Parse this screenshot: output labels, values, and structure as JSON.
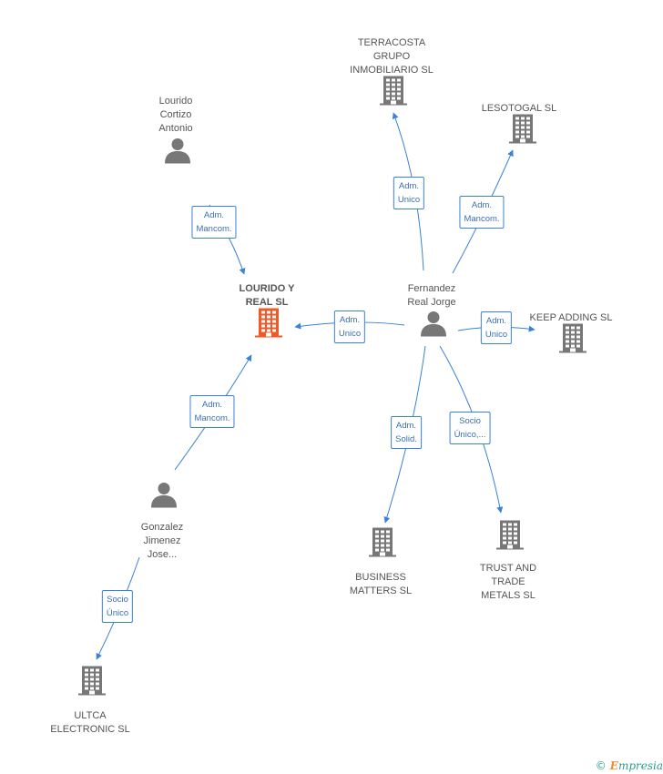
{
  "nodes": [
    {
      "id": "lourido_cortizo",
      "type": "person",
      "lines": [
        "Lourido",
        "Cortizo",
        "Antonio"
      ]
    },
    {
      "id": "lourido_real",
      "type": "company",
      "focus": true,
      "lines": [
        "LOURIDO Y",
        "REAL SL"
      ]
    },
    {
      "id": "terracosta",
      "type": "company",
      "lines": [
        "TERRACOSTA",
        "GRUPO",
        "INMOBILIARIO SL"
      ]
    },
    {
      "id": "lesotogal",
      "type": "company",
      "lines": [
        "LESOTOGAL SL"
      ]
    },
    {
      "id": "fernandez",
      "type": "person",
      "lines": [
        "Fernandez",
        "Real Jorge"
      ]
    },
    {
      "id": "keep_adding",
      "type": "company",
      "lines": [
        "KEEP ADDING SL"
      ]
    },
    {
      "id": "gonzalez",
      "type": "person",
      "lines": [
        "Gonzalez",
        "Jimenez",
        "Jose..."
      ]
    },
    {
      "id": "business_matters",
      "type": "company",
      "lines": [
        "BUSINESS",
        "MATTERS SL"
      ]
    },
    {
      "id": "trust_trade",
      "type": "company",
      "lines": [
        "TRUST AND",
        "TRADE",
        "METALS  SL"
      ]
    },
    {
      "id": "ultca",
      "type": "company",
      "lines": [
        "ULTCA",
        "ELECTRONIC SL"
      ]
    }
  ],
  "edges": [
    {
      "from": "lourido_cortizo",
      "to": "lourido_real",
      "label": [
        "Adm.",
        "Mancom."
      ]
    },
    {
      "from": "gonzalez",
      "to": "lourido_real",
      "label": [
        "Adm.",
        "Mancom."
      ]
    },
    {
      "from": "fernandez",
      "to": "lourido_real",
      "label": [
        "Adm.",
        "Unico"
      ]
    },
    {
      "from": "fernandez",
      "to": "terracosta",
      "label": [
        "Adm.",
        "Unico"
      ]
    },
    {
      "from": "fernandez",
      "to": "lesotogal",
      "label": [
        "Adm.",
        "Mancom."
      ]
    },
    {
      "from": "fernandez",
      "to": "keep_adding",
      "label": [
        "Adm.",
        "Unico"
      ]
    },
    {
      "from": "fernandez",
      "to": "business_matters",
      "label": [
        "Adm.",
        "Solid."
      ]
    },
    {
      "from": "fernandez",
      "to": "trust_trade",
      "label": [
        "Socio",
        "Único,..."
      ]
    },
    {
      "from": "gonzalez",
      "to": "ultca",
      "label": [
        "Socio",
        "Único"
      ]
    }
  ],
  "colors": {
    "edge": "#3a82d6",
    "company": "#777777",
    "focus_company": "#f05a28",
    "person": "#777777"
  },
  "footer": {
    "symbol": "©",
    "brand_first": "E",
    "brand_rest": "mpresia"
  }
}
